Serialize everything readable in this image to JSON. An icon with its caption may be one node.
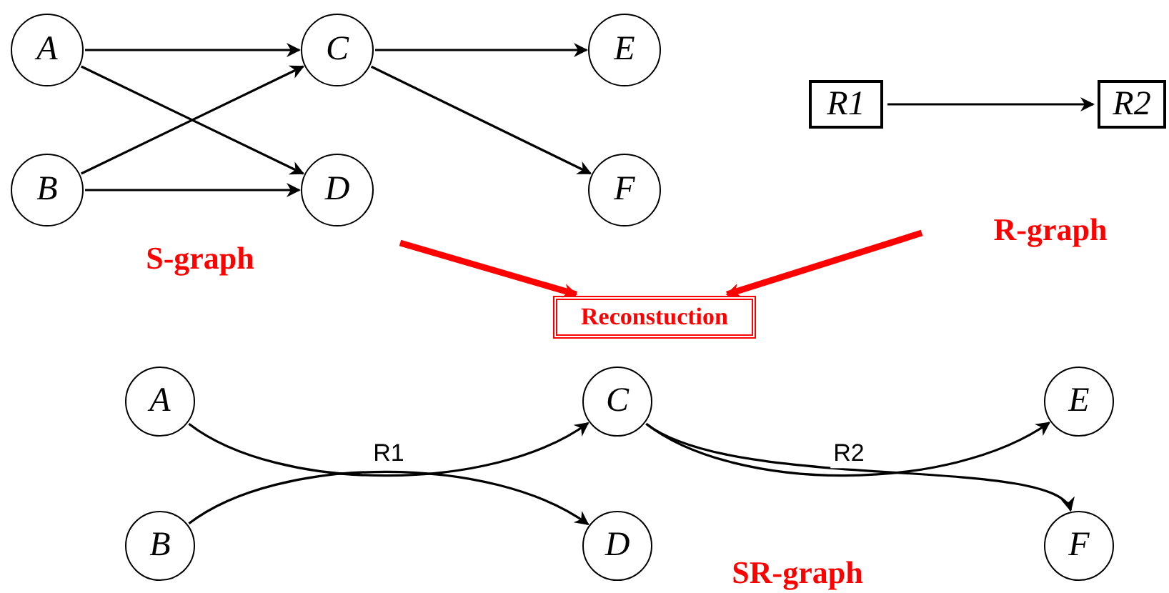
{
  "diagram": {
    "nodes": [
      {
        "text": [
          "A"
        ]
      },
      {
        "text": [
          "B"
        ]
      },
      {
        "text": [
          "C"
        ]
      },
      {
        "text": [
          "D"
        ]
      },
      {
        "text": [
          "E"
        ]
      },
      {
        "text": [
          "F"
        ]
      },
      {
        "text": [
          "R1"
        ]
      },
      {
        "text": [
          "R2"
        ]
      },
      {
        "text": [
          "Reconstuction"
        ]
      },
      {
        "text": [
          "A"
        ]
      },
      {
        "text": [
          "B"
        ]
      },
      {
        "text": [
          "C"
        ]
      },
      {
        "text": [
          "D"
        ]
      },
      {
        "text": [
          "E"
        ]
      },
      {
        "text": [
          "F"
        ]
      }
    ],
    "edges": [
      {
        "from": 0,
        "to": 2,
        "arrow": "to"
      },
      {
        "from": 0,
        "to": 3,
        "arrow": "to"
      },
      {
        "from": 1,
        "to": 2,
        "arrow": "to"
      },
      {
        "from": 1,
        "to": 3,
        "arrow": "to"
      },
      {
        "from": 2,
        "to": 4,
        "arrow": "to"
      },
      {
        "from": 2,
        "to": 5,
        "arrow": "to"
      },
      {
        "from": 6,
        "to": 7,
        "arrow": "to"
      },
      {
        "from": null,
        "to": 8,
        "arrow": "to",
        "style": "thick",
        "color": "#ff0000"
      },
      {
        "from": null,
        "to": 8,
        "arrow": "to",
        "style": "thick",
        "color": "#ff0000"
      },
      {
        "from": 9,
        "to": 11,
        "arrow": "to",
        "label": "R1"
      },
      {
        "from": 10,
        "to": 12,
        "arrow": "to"
      },
      {
        "from": 11,
        "to": 13,
        "arrow": "to",
        "label": "R2"
      },
      {
        "from": 11,
        "to": 14,
        "arrow": "to"
      }
    ],
    "labels": [
      "S-graph",
      "R-graph",
      "SR-graph"
    ]
  }
}
